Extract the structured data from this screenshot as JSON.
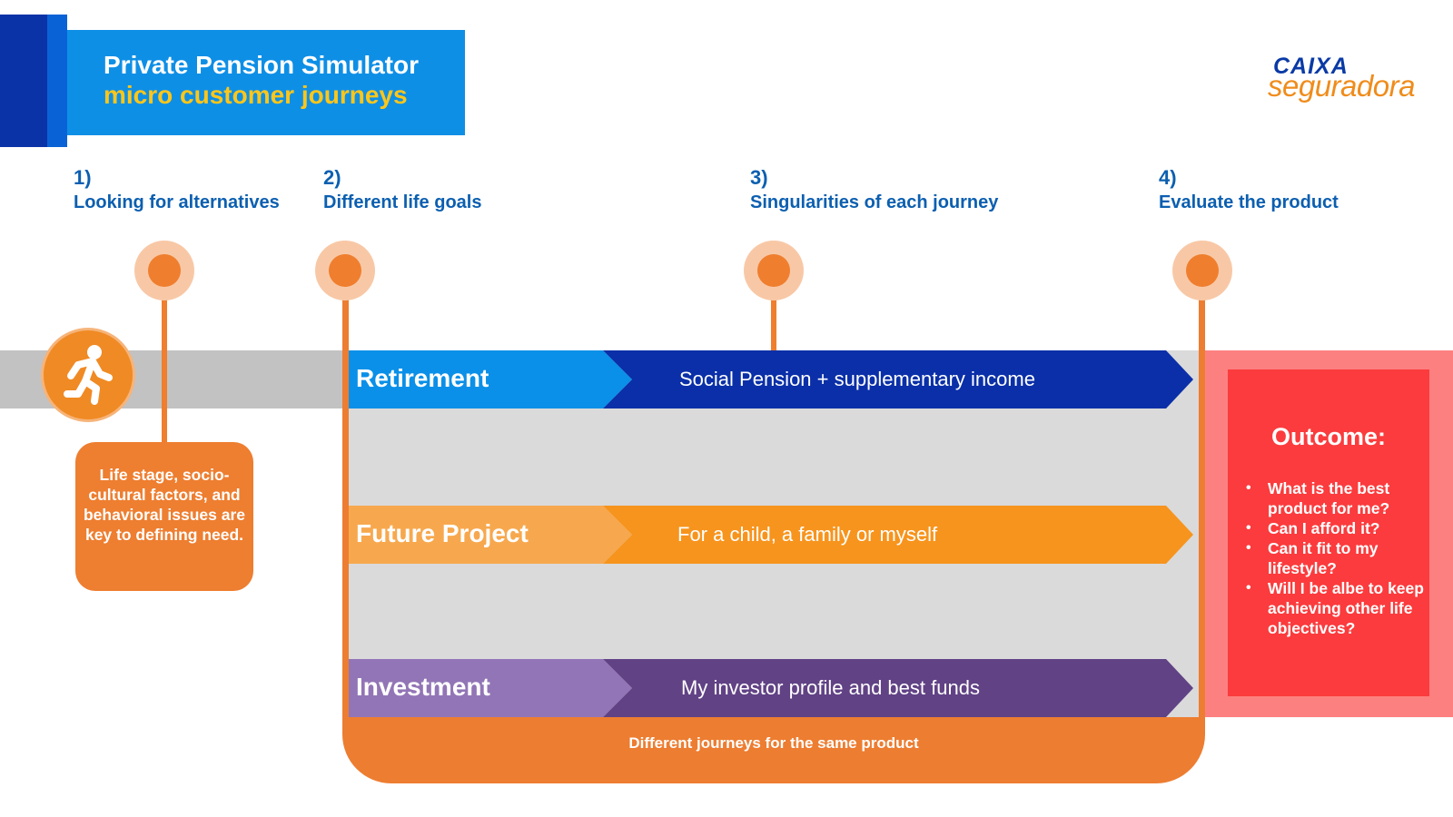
{
  "header": {
    "title": "Private Pension Simulator",
    "subtitle": "micro customer journeys"
  },
  "logo": {
    "line1": "CAIXA",
    "line2": "seguradora"
  },
  "steps": [
    {
      "number": "1)",
      "label": "Looking for alternatives"
    },
    {
      "number": "2)",
      "label": "Different life goals"
    },
    {
      "number": "3)",
      "label": "Singularities of each journey"
    },
    {
      "number": "4)",
      "label": "Evaluate the product"
    }
  ],
  "runner_icon": "running-person-icon",
  "callout": "Life stage, socio-cultural factors, and behavioral issues are key to defining need.",
  "journeys": [
    {
      "label": "Retirement",
      "description": "Social Pension + supplementary income",
      "color_label": "#0a90e8",
      "color_body": "#0a2fa8"
    },
    {
      "label": "Future Project",
      "description": "For a child, a family or myself",
      "color_label": "#f7a84e",
      "color_body": "#f7941d"
    },
    {
      "label": "Investment",
      "description": "My investor profile and best funds",
      "color_label": "#9275b6",
      "color_body": "#614285"
    }
  ],
  "bottom_caption": "Different journeys for the same product",
  "outcome": {
    "title": "Outcome:",
    "items": [
      "What is the best product for me?",
      "Can I afford it?",
      "Can it fit to my lifestyle?",
      "Will I be albe to keep achieving other life objectives?"
    ]
  },
  "colors": {
    "banner": "#0e8fe6",
    "accent_orange": "#ed7d31",
    "step_text": "#0c5fb0",
    "outcome_red": "#fb3b3d"
  }
}
